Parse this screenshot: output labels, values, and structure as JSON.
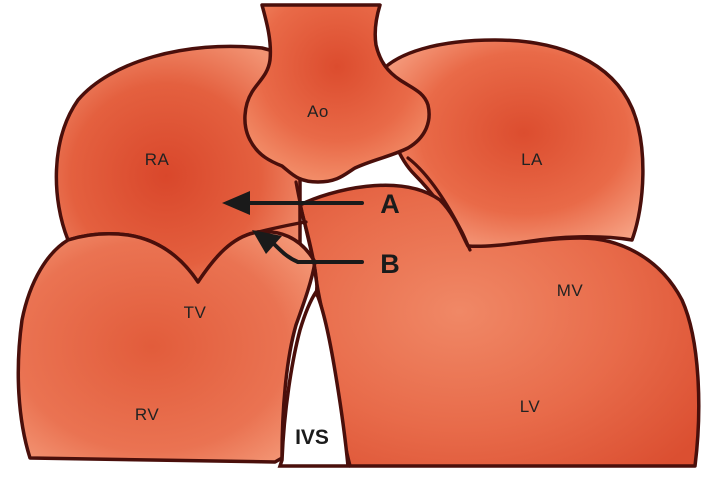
{
  "labels": {
    "ao": "Ao",
    "ra": "RA",
    "la": "LA",
    "tv": "TV",
    "mv": "MV",
    "rv": "RV",
    "lv": "LV",
    "ivs": "IVS",
    "arrow_a": "A",
    "arrow_b": "B"
  },
  "colors": {
    "chamber_fill": "#e8714f",
    "chamber_dark": "#d2452a",
    "chamber_light": "#f59a78",
    "outline": "#4a0f0b",
    "arrow": "#1a1a1a",
    "background": "#ffffff"
  }
}
